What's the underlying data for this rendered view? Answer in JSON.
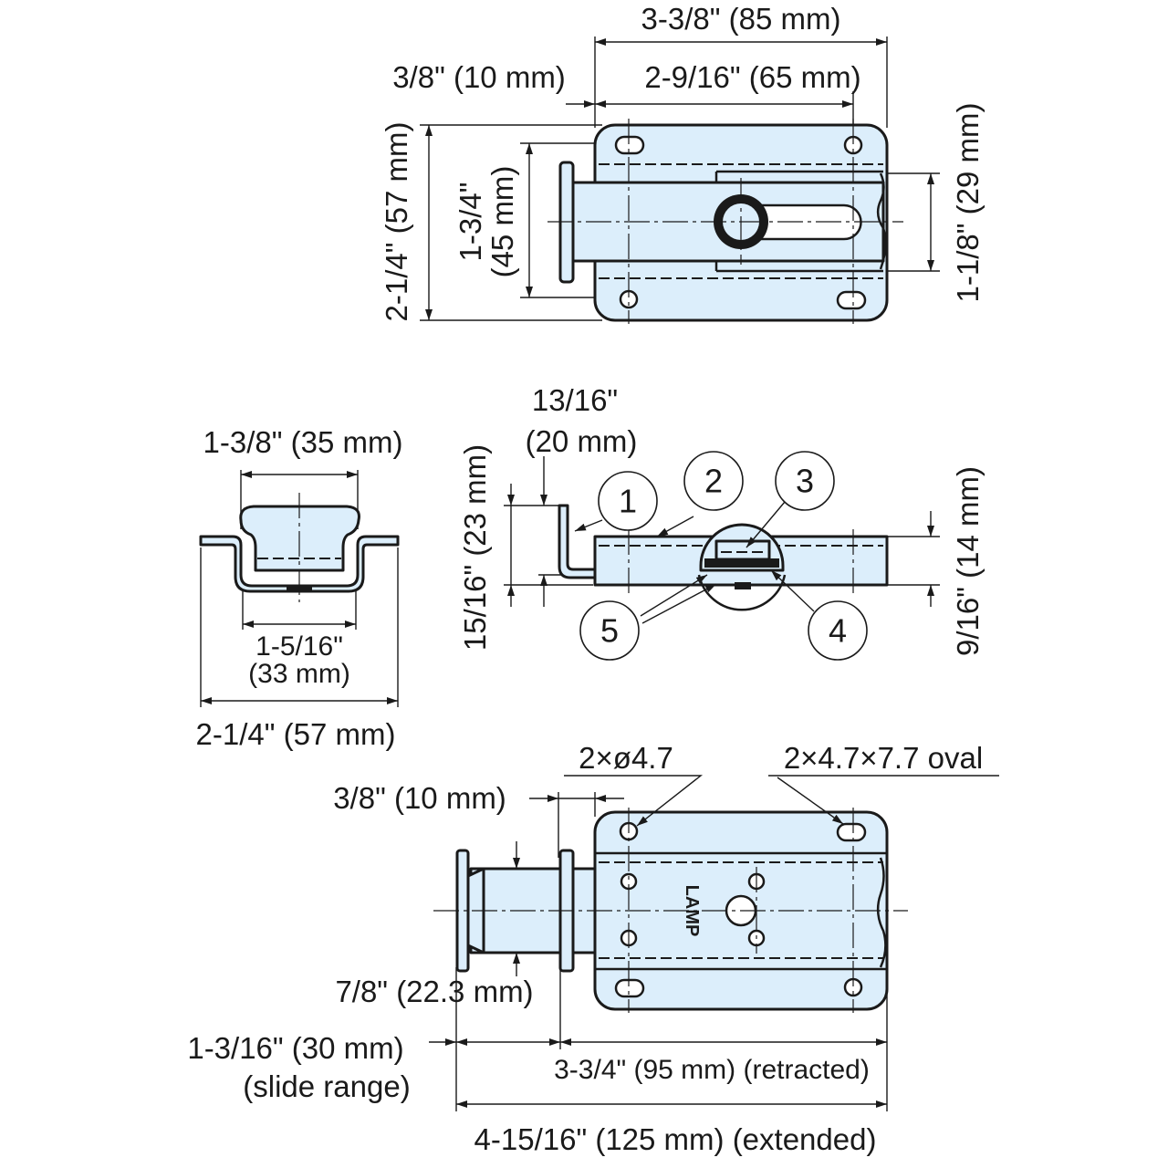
{
  "top_view": {
    "overall_width": "3-3/8\" (85 mm)",
    "hole_spacing": "2-9/16\" (65 mm)",
    "offset": "3/8\" (10 mm)",
    "height": "2-1/4\" (57 mm)",
    "bolt_height_in": "1-3/4\"",
    "bolt_height_mm": "(45 mm)",
    "slot_height": "1-1/8\" (29 mm)"
  },
  "end_view": {
    "top_width": "1-3/8\" (35 mm)",
    "inner_width_in": "1-5/16\"",
    "inner_width_mm": "(33 mm)",
    "overall_width": "2-1/4\" (57 mm)"
  },
  "side_view": {
    "flange_offset_in": "13/16\"",
    "flange_offset_mm": "(20 mm)",
    "overall_height": "15/16\" (23 mm)",
    "body_height": "9/16\" (14 mm)",
    "callouts": [
      "1",
      "2",
      "3",
      "4",
      "5"
    ]
  },
  "bottom_view": {
    "round_holes": "2×ø4.7",
    "oval_holes": "2×4.7×7.7 oval",
    "offset": "3/8\" (10 mm)",
    "knob_dia": "7/8\" (22.3 mm)",
    "slide_range": "1-3/16\" (30 mm)",
    "slide_range_note": "(slide range)",
    "retracted": "3-3/4\" (95 mm) (retracted)",
    "extended": "4-15/16\" (125 mm) (extended)",
    "logo": "LAMP"
  }
}
